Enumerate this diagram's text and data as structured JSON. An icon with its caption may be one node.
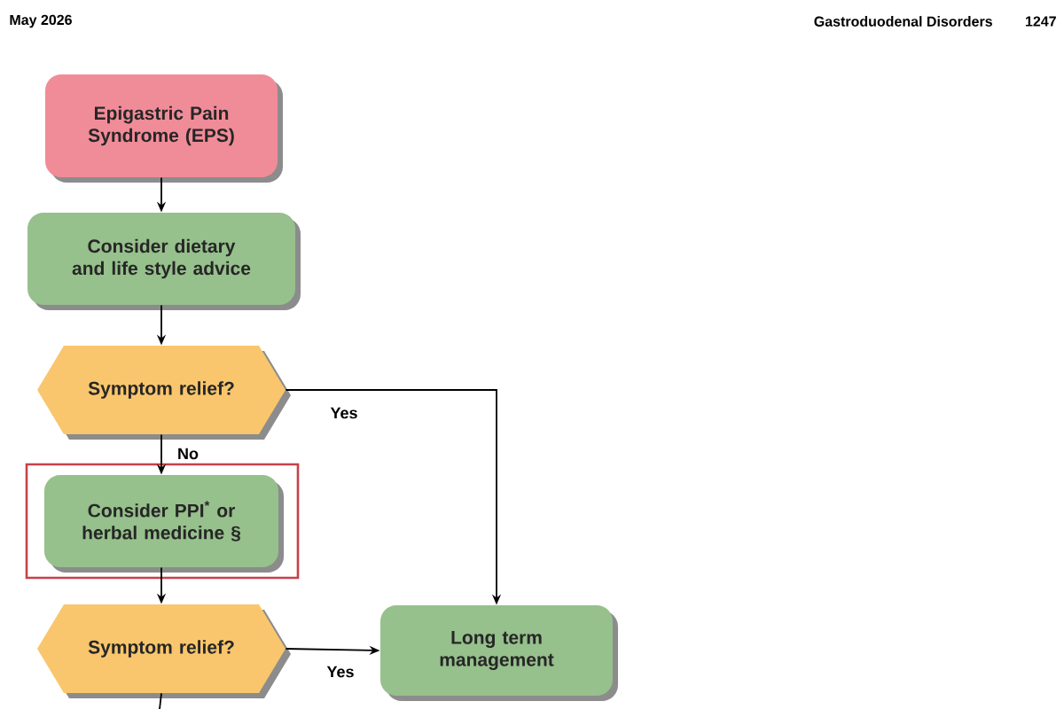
{
  "diagram": {
    "nodes": [
      {
        "text": [
          "Epigastric Pain Syndrome (EPS)"
        ]
      },
      {
        "text": [
          "Consider dietary and life style advice"
        ]
      },
      {
        "text": [
          "Symptom relief?"
        ]
      },
      {
        "text": [],
        "shape": "box"
      },
      {
        "text": [
          "Consider PPI$^{*}$ or herbal medicine §"
        ],
        "in": 3
      },
      {
        "text": [
          "Symptom relief?"
        ]
      },
      {
        "text": [
          "Long term management"
        ]
      }
    ],
    "edges": [
      {
        "from": 0,
        "to": 1,
        "arrow": "to"
      },
      {
        "from": 1,
        "to": 2,
        "arrow": "to"
      },
      {
        "from": 2,
        "to": 6,
        "arrow": "to",
        "label": "Yes"
      },
      {
        "from": 2,
        "to": 4,
        "arrow": "to",
        "label": "No"
      },
      {
        "from": 4,
        "to": 5,
        "arrow": "to"
      },
      {
        "from": 5,
        "to": 6,
        "arrow": "to",
        "label": "Yes"
      },
      {
        "from": 5,
        "to": null,
        "arrow": "none"
      }
    ],
    "labels": [
      "May 2026",
      "Gastroduodenal Disorders",
      "1247"
    ]
  }
}
